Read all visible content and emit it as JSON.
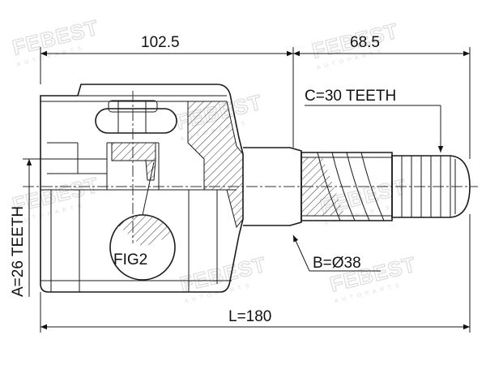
{
  "dimensions": {
    "housing_length": "102.5",
    "shaft_length": "68.5",
    "total_length": "L=180",
    "outer_spline": "C=30 TEETH",
    "inner_spline": "A=26 TEETH",
    "seal_diameter": "B=Ø38"
  },
  "labels": {
    "detail": "FIG2"
  },
  "watermark": {
    "brand": "FEBEST",
    "sub": "AUTOPARTS"
  },
  "colors": {
    "line": "#1a1a1a",
    "hatch": "#444444",
    "watermark": "#dcdcdc"
  }
}
